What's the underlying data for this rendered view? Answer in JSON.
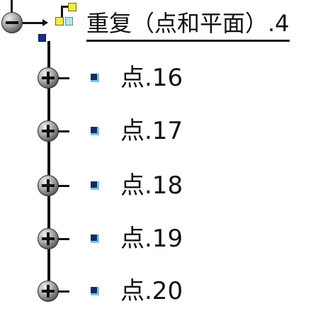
{
  "tree": {
    "root": {
      "label": "重复（点和平面）.4",
      "expanded": true,
      "icon": "repetition-feature-icon"
    },
    "children": [
      {
        "label": "点.16",
        "expanded": false,
        "icon": "point-icon"
      },
      {
        "label": "点.17",
        "expanded": false,
        "icon": "point-icon"
      },
      {
        "label": "点.18",
        "expanded": false,
        "icon": "point-icon"
      },
      {
        "label": "点.19",
        "expanded": false,
        "icon": "point-icon"
      },
      {
        "label": "点.20",
        "expanded": false,
        "icon": "point-icon"
      }
    ]
  },
  "colors": {
    "line": "#111111",
    "feature_yellow": "#f2ec45",
    "feature_cyan": "#b7e6ea",
    "point_dark": "#1b2a5e",
    "point_light": "#6fc7e9"
  }
}
